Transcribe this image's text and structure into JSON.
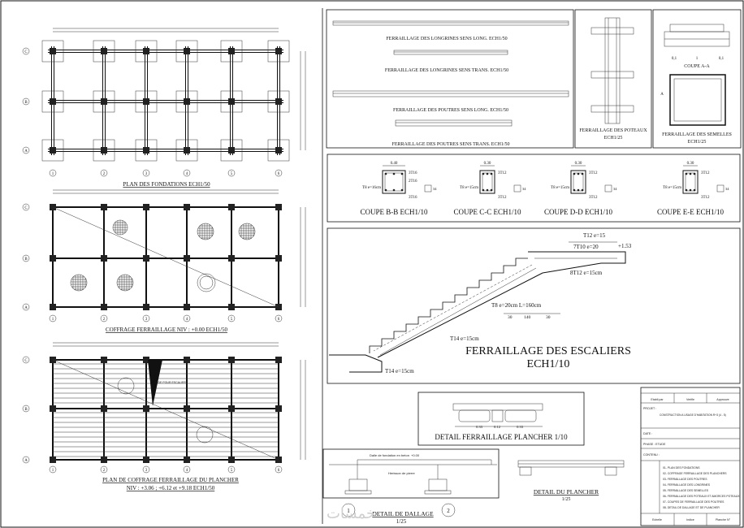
{
  "foundation_plan": {
    "title": "PLAN DES FONDATIONS ECH1/50",
    "axes_letters": [
      "C",
      "B",
      "A"
    ],
    "axes_numbers": [
      "1",
      "2",
      "3",
      "4",
      "5",
      "6"
    ]
  },
  "slab_plan_0": {
    "title": "COFFRAGE FERRAILLAGE NIV : +0.00 ECH1/50",
    "axes_letters": [
      "C",
      "B",
      "A"
    ],
    "axes_numbers": [
      "1",
      "2",
      "3",
      "4",
      "5",
      "6"
    ]
  },
  "floor_plan": {
    "title_line1": "PLAN DE COFFRAGE FERRAILLAGE DU PLANCHER",
    "title_line2": "NIV : +3.06 ; +6.12 et +9.18 ECH1/50",
    "void_label": "VIDE POUR ESCALIER",
    "axes_letters": [
      "C",
      "B",
      "A"
    ],
    "axes_numbers": [
      "1",
      "2",
      "3",
      "4",
      "5",
      "6"
    ]
  },
  "beams": {
    "title1": "FERRAILLAGE DES LONGRINES SENS LONG. ECH1/50",
    "title2": "FERRAILLAGE DES LONGRINES SENS TRANS. ECH1/50",
    "title3": "FERRAILLAGE DES POUTRES SENS LONG. ECH1/50",
    "title4": "FERRAILLAGE DES POUTRES SENS TRANS. ECH1/50"
  },
  "posts": {
    "title": "FERRAILLAGE DES POTEAUX",
    "scale": "ECH1/25"
  },
  "footings": {
    "coupe": "COUPE A-A",
    "title": "FERRAILLAGE DES SEMELLES",
    "scale": "ECH1/25",
    "dim_left": "0,1",
    "dim_right": "0,1",
    "dim_mid": "1",
    "section_mark": "A"
  },
  "sections": [
    {
      "title": "COUPE B-B ECH1/10",
      "dim": "0.40",
      "top": "3T16",
      "mid": "2T16",
      "bot": "3T16",
      "stirrup": "T8 e=16cm",
      "side": "34"
    },
    {
      "title": "COUPE C-C ECH1/10",
      "dim": "0.30",
      "top": "3T12",
      "mid": "",
      "bot": "3T12",
      "stirrup": "T8 e=15cm",
      "side": "34"
    },
    {
      "title": "COUPE D-D ECH1/10",
      "dim": "0.30",
      "top": "3T12",
      "mid": "",
      "bot": "3T12",
      "stirrup": "T8 e=15cm",
      "side": "34"
    },
    {
      "title": "COUPE E-E ECH1/10",
      "dim": "0.30",
      "top": "3T12",
      "mid": "",
      "bot": "3T12",
      "stirrup": "T8 e=15cm",
      "side": "34"
    }
  ],
  "stairs": {
    "title1": "FERRAILLAGE DES ESCALIERS",
    "title2": "ECH1/10",
    "bar1": "T12 e=15",
    "bar2": "7T10 e=20",
    "bar3": "8T12 e=15cm",
    "bar4": "T8 e=20cm L=160cm",
    "bar5": "T14 e=15cm",
    "bar6": "T14 e=15cm",
    "level": "+1.53",
    "dims": [
      "30",
      "140",
      "30"
    ]
  },
  "plancher_detail": {
    "title": "DETAIL FERRAILLAGE PLANCHER 1/10",
    "dims": [
      "0.33",
      "0.12",
      "0.33"
    ]
  },
  "dallage": {
    "title": "DETAIL DE DALLAGE",
    "scale": "1/25",
    "label1": "Dalle de fondation en beton",
    "label2": "+0.00",
    "label3": "Herisson de pierre",
    "marks": [
      "1",
      "2"
    ]
  },
  "detail_plancher": {
    "title": "DETAIL DU PLANCHER",
    "scale": "1/25"
  },
  "title_block": {
    "project_label": "PROJET :",
    "project": "CONSTRUCTION A USAGE D'HABITATION R+3 (4 - 5)",
    "date_label": "DATE :",
    "phase_label": "PHASE : ETUDE",
    "content_label": "CONTENU :",
    "contents": [
      "01- PLAN DES FONDATIONS",
      "02- COFFRAGE FERRAILLAGE DES PLANCHERS",
      "03- FERRAILLAGE DES POUTRES",
      "04- FERRAILLAGE DES LONGRINES",
      "05- FERRAILLAGE DES SEMELLES",
      "06- FERRAILLAGE DES POTEAUX ET AMORCES POTEAUX",
      "07- COUPES DE FERRAILLAGE DES POUTRES",
      "08- DETAIL DE DALLAGE ET DE PLANCHER"
    ],
    "head": [
      "Etabli par",
      "Verifie",
      "Approuve"
    ],
    "foot": [
      "Echelle",
      "Indice",
      "Planche N°"
    ]
  },
  "watermark": "خمسات"
}
